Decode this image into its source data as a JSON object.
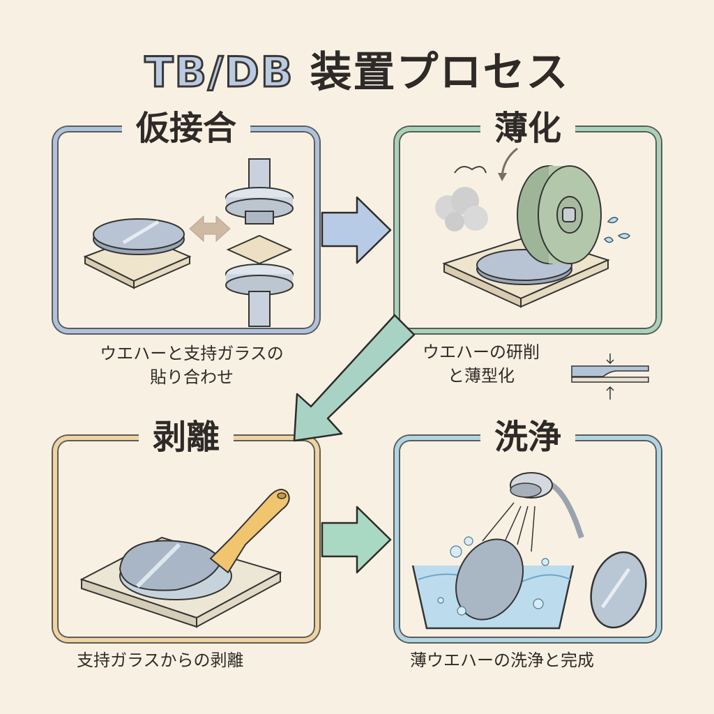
{
  "title": {
    "latin": "TB/DB",
    "jp": " 装置プロセス"
  },
  "steps": [
    {
      "title": "仮接合",
      "caption_line1": "ウエハーと支持ガラスの",
      "caption_line2": "貼り合わせ",
      "border_color": "#aec2df"
    },
    {
      "title": "薄化",
      "caption_line1": "ウエハーの研削",
      "caption_line2": "と薄型化",
      "border_color": "#a9d2bb"
    },
    {
      "title": "剥離",
      "caption_line1": "支持ガラスからの剥離",
      "border_color": "#f0d3a0"
    },
    {
      "title": "洗浄",
      "caption_line1": "薄ウエハーの洗浄と完成",
      "border_color": "#aed6e6"
    }
  ],
  "arrows": [
    {
      "from": "仮接合",
      "to": "薄化",
      "color": "#b7cbe6"
    },
    {
      "from": "薄化",
      "to": "剥離",
      "color": "#a8d3c4"
    },
    {
      "from": "剥離",
      "to": "洗浄",
      "color": "#a9d9c3"
    }
  ],
  "icons": {
    "bonding": [
      "wafer-icon",
      "glass-substrate-icon",
      "double-arrow-icon",
      "press-icon"
    ],
    "thinning": [
      "grinding-wheel-icon",
      "dust-cloud-icon",
      "water-drops-icon",
      "rotation-arrow-icon"
    ],
    "debonding": [
      "spatula-icon",
      "wafer-icon",
      "glass-substrate-icon"
    ],
    "cleaning": [
      "shower-head-icon",
      "water-bath-icon",
      "bubbles-icon",
      "clean-wafer-icon"
    ],
    "thinning_diagram": [
      "down-arrow-icon",
      "up-arrow-icon",
      "thinned-layer-icon"
    ]
  }
}
